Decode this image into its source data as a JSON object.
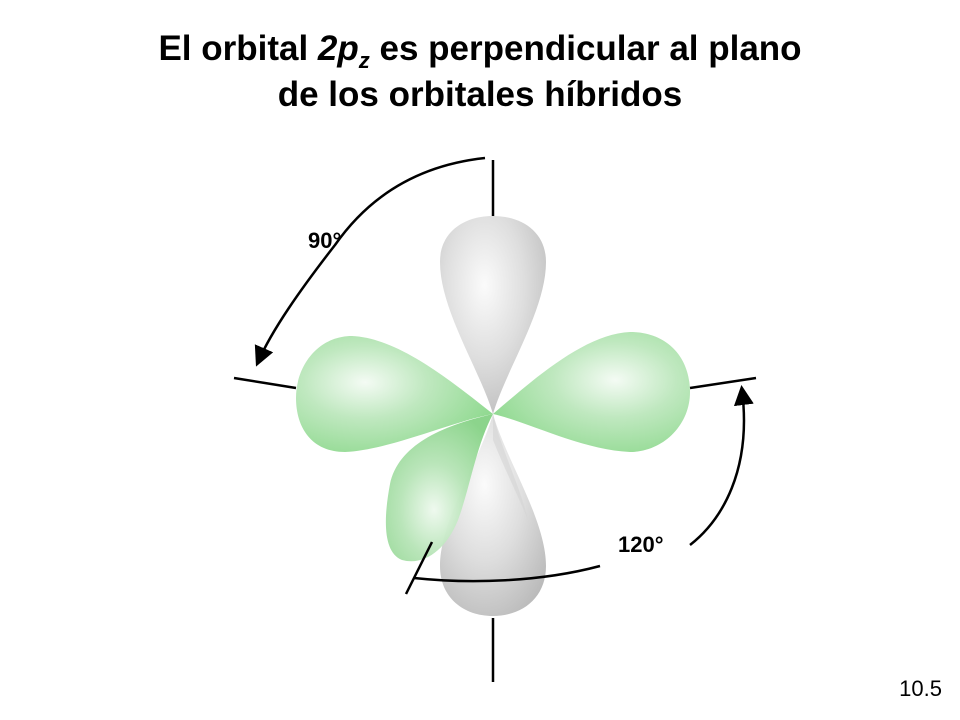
{
  "title": {
    "line1_prefix": "El orbital ",
    "orbital_symbol": "2p",
    "orbital_subscript": "z",
    "line1_suffix": " es perpendicular al plano",
    "line2": "de los orbitales híbridos"
  },
  "diagram": {
    "angle_top_label": "90°",
    "angle_bottom_label": "120°",
    "colors": {
      "hybrid_lobe": "#8fd98f",
      "pz_lobe": "#c4c4c4",
      "line": "#000000"
    }
  },
  "slide_number": "10.5"
}
